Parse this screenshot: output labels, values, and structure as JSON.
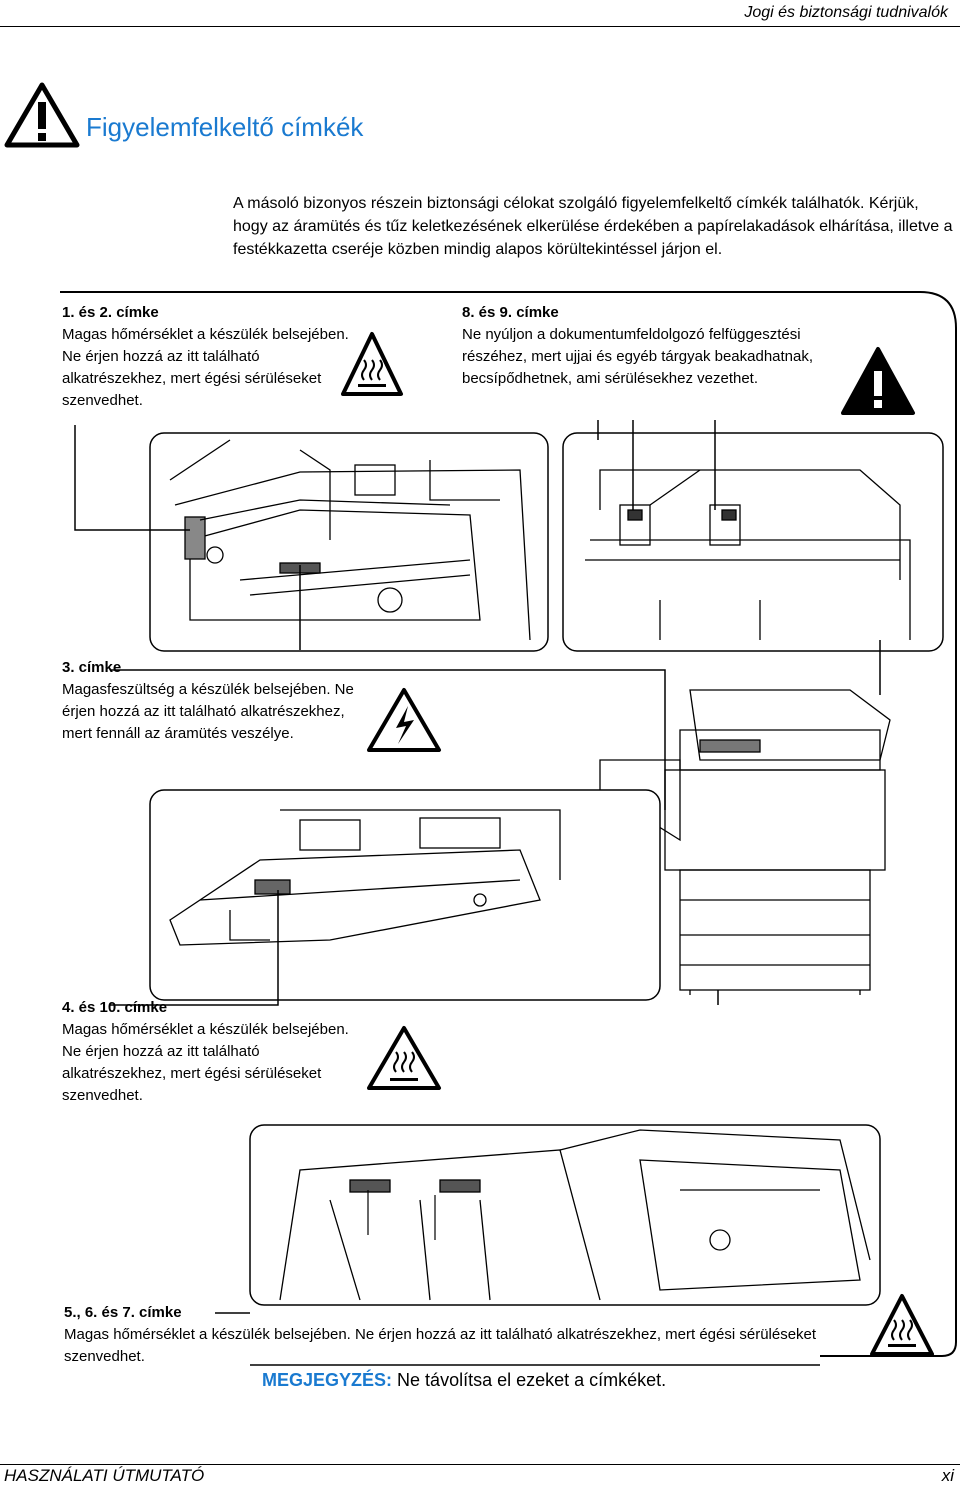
{
  "header": {
    "section": "Jogi és biztonsági tudnivalók"
  },
  "title": "Figyelemfelkeltő címkék",
  "intro": "A másoló bizonyos részein biztonsági célokat szolgáló figyelemfelkeltő címkék találhatók. Kérjük, hogy az áramütés és tűz keletkezésének elkerülése érdekében a papírelakadások elhárítása, illetve a festékkazetta cseréje közben mindig alapos körültekintéssel járjon el.",
  "labels": {
    "l12": {
      "title": "1. és 2. címke",
      "text": "Magas hőmérséklet a készülék belsejében. Ne érjen hozzá az itt található alkatrészekhez, mert égési sérüléseket szenvedhet."
    },
    "l89": {
      "title": "8. és 9. címke",
      "text": "Ne nyúljon a dokumentumfeldolgozó felfüggesztési részéhez, mert ujjai és egyéb tárgyak beakadhatnak, becsípődhetnek, ami sérülésekhez vezethet."
    },
    "l3": {
      "title": "3. címke",
      "text": "Magasfeszültség a készülék belsejében. Ne érjen hozzá az itt található alkatrészekhez, mert fennáll az áramütés veszélye."
    },
    "l410": {
      "title": "4. és 10. címke",
      "text": "Magas hőmérséklet a készülék belsejében. Ne érjen hozzá az itt található alkatrészekhez, mert égési sérüléseket szenvedhet."
    },
    "l567": {
      "title": "5., 6. és 7. címke",
      "text": "Magas hőmérséklet a készülék belsejében. Ne érjen hozzá az itt található alkatrészekhez, mert égési sérüléseket szenvedhet."
    }
  },
  "note": {
    "keyword": "MEGJEGYZÉS:",
    "text": "Ne távolítsa el ezeket a címkéket."
  },
  "footer": {
    "manual": "HASZNÁLATI ÚTMUTATÓ",
    "page": "xi"
  },
  "colors": {
    "accent": "#1a7ad0"
  },
  "icons": [
    "warning-icon",
    "hot-surface-icon",
    "high-voltage-icon",
    "exclamation-icon"
  ]
}
